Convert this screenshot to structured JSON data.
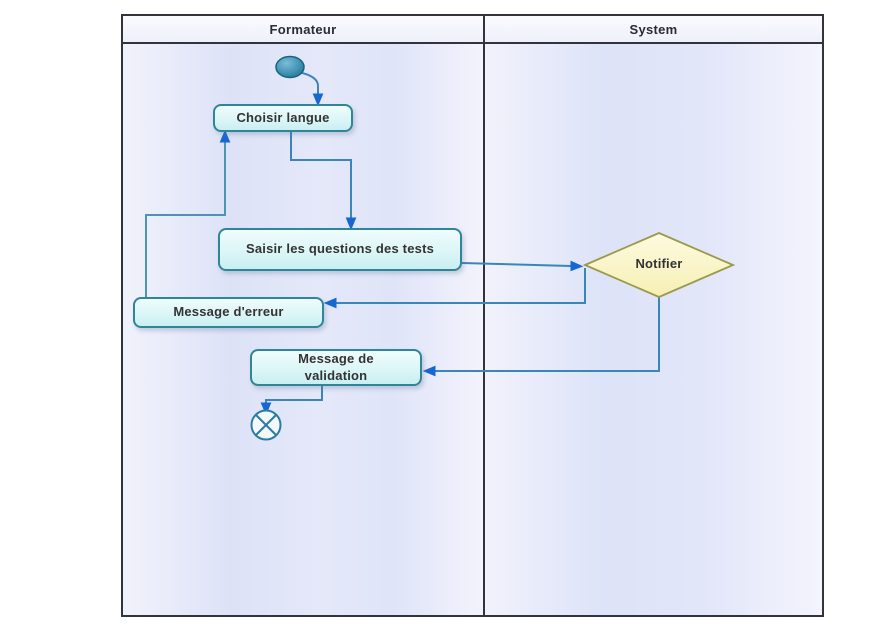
{
  "diagram_type": "uml-activity-diagram",
  "swimlanes": {
    "lanes": [
      {
        "label": "Formateur"
      },
      {
        "label": "System"
      }
    ]
  },
  "nodes": {
    "start": {
      "type": "initial-node"
    },
    "choisir_langue": {
      "label": "Choisir langue"
    },
    "saisir_questions": {
      "label": "Saisir les questions des tests"
    },
    "message_erreur": {
      "label": "Message d'erreur"
    },
    "message_validation": {
      "label_line1": "Message de",
      "label_line2": "validation"
    },
    "notifier": {
      "label": "Notifier"
    },
    "end": {
      "type": "flow-final-node"
    }
  },
  "edges": [
    {
      "from": "start",
      "to": "choisir_langue"
    },
    {
      "from": "choisir_langue",
      "to": "saisir_questions"
    },
    {
      "from": "saisir_questions",
      "to": "notifier"
    },
    {
      "from": "notifier",
      "to": "message_erreur"
    },
    {
      "from": "message_erreur",
      "to": "choisir_langue"
    },
    {
      "from": "notifier",
      "to": "message_validation"
    },
    {
      "from": "message_validation",
      "to": "end"
    }
  ],
  "colors": {
    "activity_fill": "#d9f5f7",
    "activity_border": "#2e8696",
    "decision_fill": "#fbf7cd",
    "decision_border": "#9a9a4a",
    "connector_line": "#3a86b8",
    "arrowhead": "#1767d2",
    "lane_border": "#33333d",
    "lane_background": "#e0e5f8",
    "start_node_fill": "#3f93b4"
  }
}
